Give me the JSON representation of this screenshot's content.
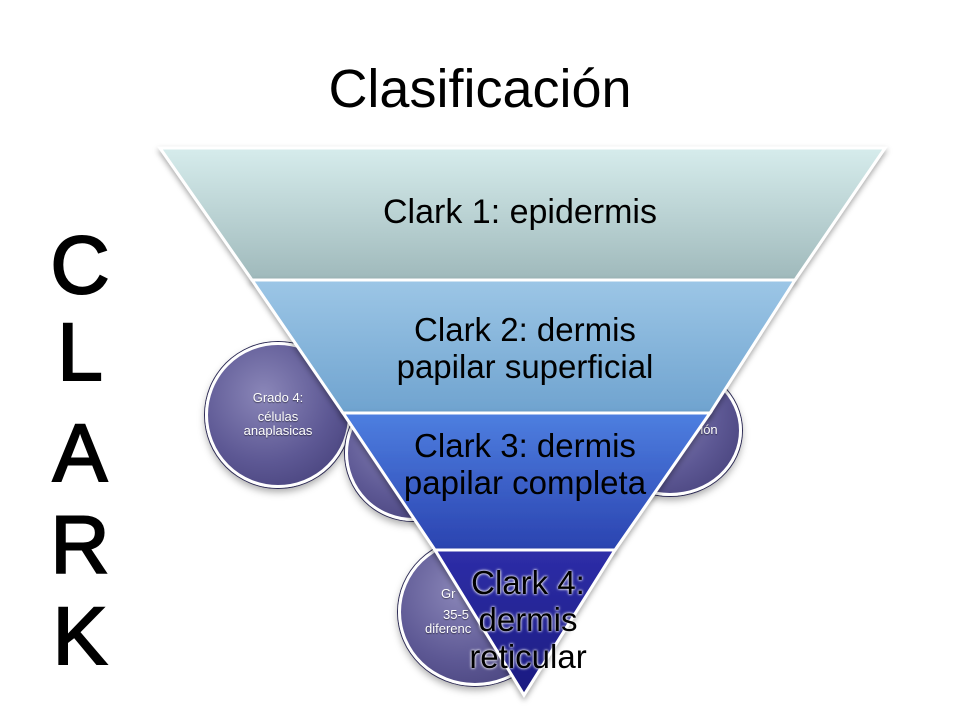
{
  "title": "Clasificación",
  "side_letters": [
    "C",
    "L",
    "A",
    "R",
    "K"
  ],
  "circles": [
    {
      "line1": "Grado 4:",
      "line2": "células anaplasicas"
    },
    {
      "line1": "Gr",
      "line2": "35-5",
      "line3": "diferenc"
    },
    {
      "text": "ión"
    }
  ],
  "pyramid": [
    {
      "label": "Clark 1: epidermis"
    },
    {
      "label": "Clark 2: dermis papilar superficial"
    },
    {
      "label": "Clark 3: dermis papilar completa"
    },
    {
      "label": "Clark 4: dermis reticular"
    }
  ]
}
